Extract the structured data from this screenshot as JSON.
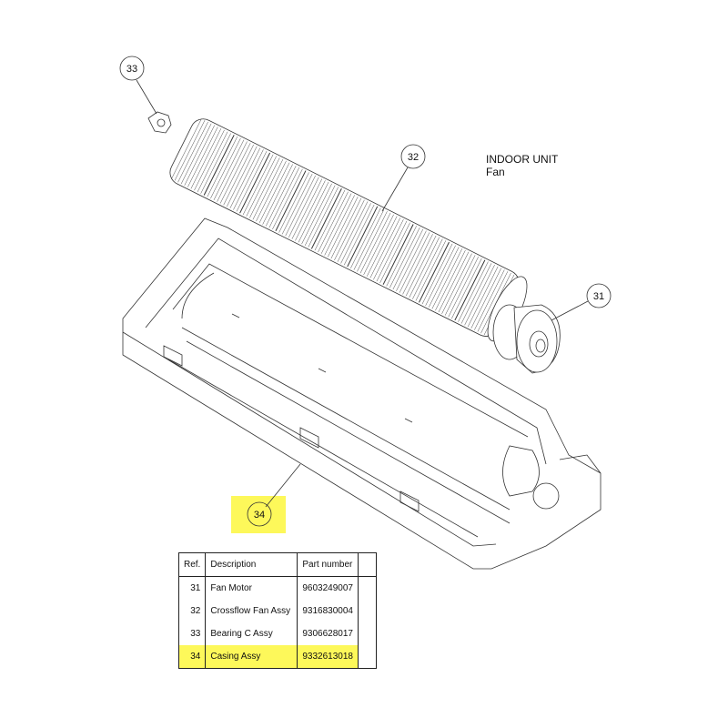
{
  "title": {
    "line1": "INDOOR UNIT",
    "line2": "Fan"
  },
  "callouts": [
    "31",
    "32",
    "33",
    "34"
  ],
  "highlight_color": "#fdf85a",
  "table": {
    "headers": [
      "Ref.",
      "Description",
      "Part number",
      ""
    ],
    "rows": [
      {
        "ref": "31",
        "description": "Fan Motor",
        "part_number": "9603249007",
        "highlighted": false
      },
      {
        "ref": "32",
        "description": "Crossflow Fan Assy",
        "part_number": "9316830004",
        "highlighted": false
      },
      {
        "ref": "33",
        "description": "Bearing C Assy",
        "part_number": "9306628017",
        "highlighted": false
      },
      {
        "ref": "34",
        "description": "Casing Assy",
        "part_number": "9332613018",
        "highlighted": true
      }
    ]
  }
}
